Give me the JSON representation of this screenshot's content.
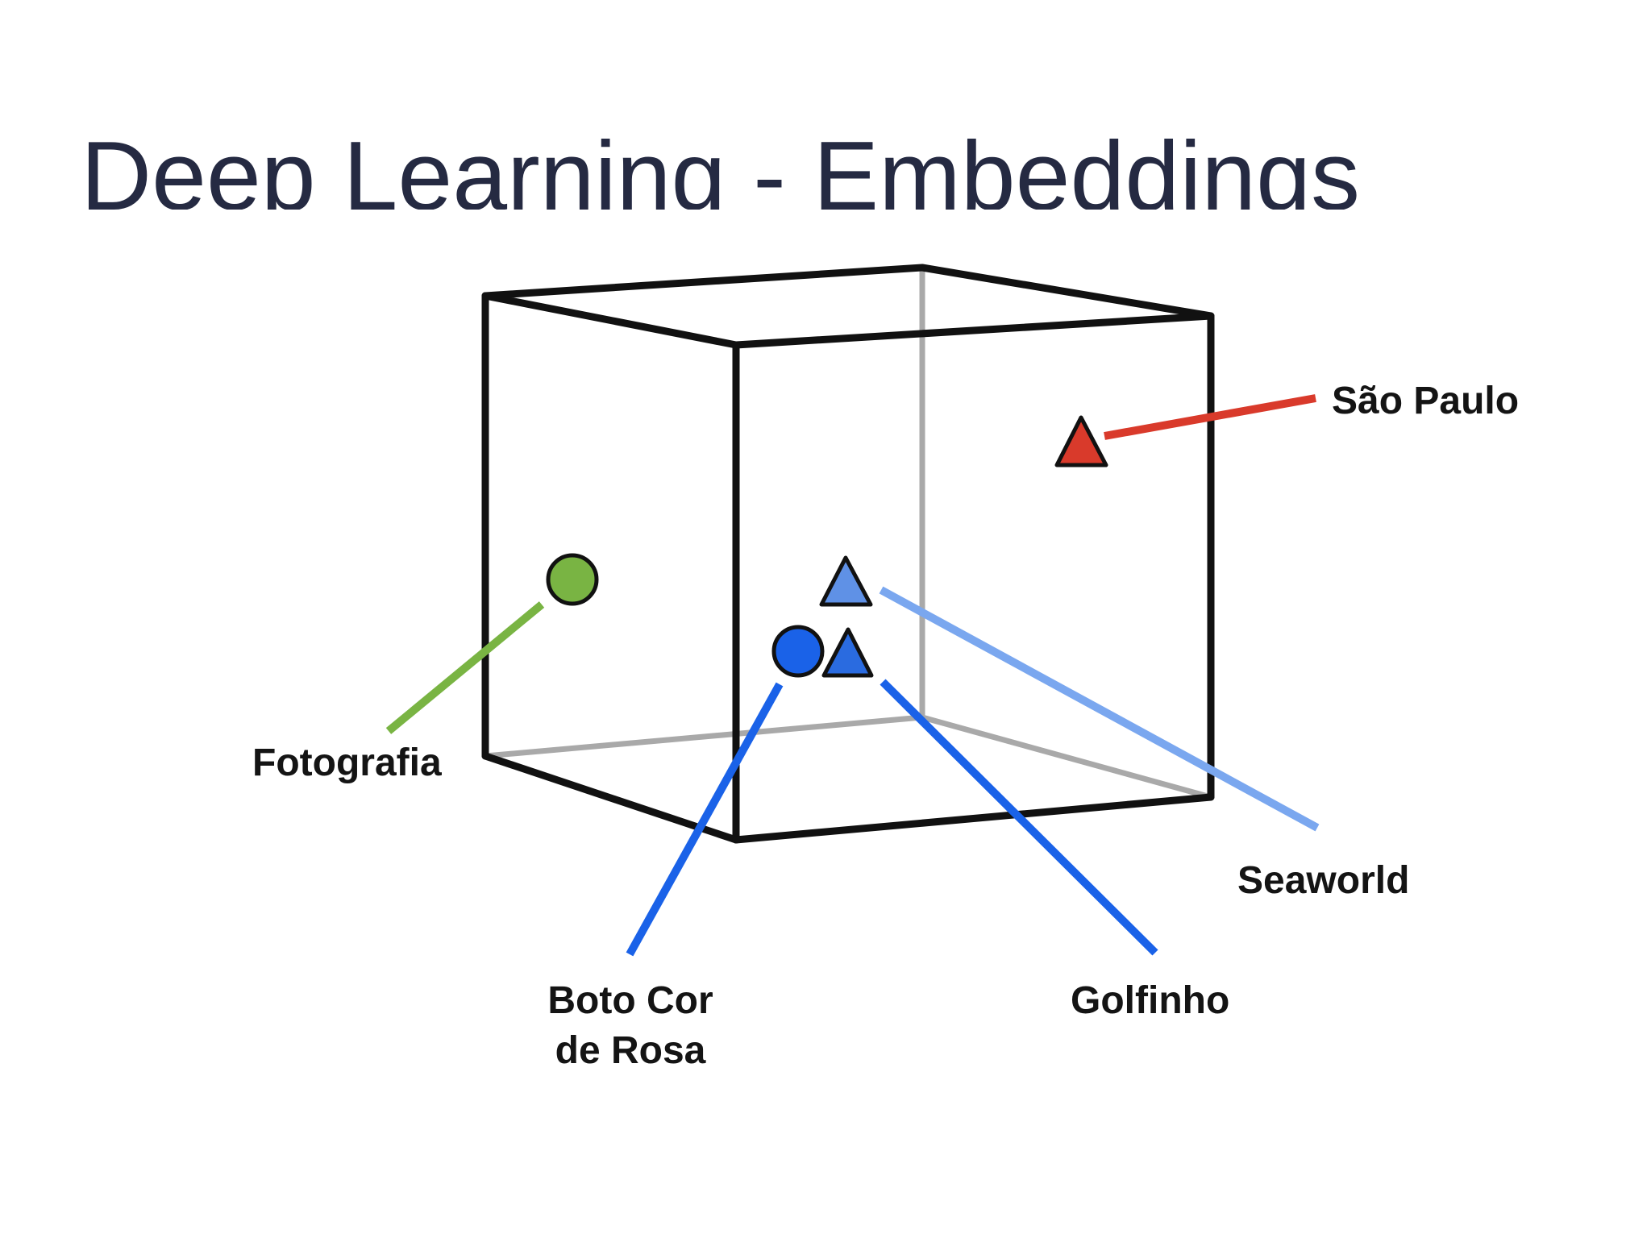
{
  "slide": {
    "title": "Deep Learning - Embeddings"
  },
  "colors": {
    "title": "#252a42",
    "cube_edge": "#111111",
    "cube_hidden_edge": "#a9a9a9",
    "sao_paulo": "#d93a2b",
    "fotografia": "#79b443",
    "seaworld": "#7aa7ef",
    "boto": "#1a62e8",
    "golfinho": "#1a62e8",
    "golfinho_marker": "#2a6be0",
    "seaworld_marker": "#5f91e6"
  },
  "points": [
    {
      "name": "sao-paulo",
      "label": "São Paulo",
      "marker": "triangle",
      "color_key": "sao_paulo"
    },
    {
      "name": "fotografia",
      "label": "Fotografia",
      "marker": "circle",
      "color_key": "fotografia"
    },
    {
      "name": "seaworld",
      "label": "Seaworld",
      "marker": "triangle",
      "color_key": "seaworld"
    },
    {
      "name": "boto",
      "label_lines": [
        "Boto Cor",
        "de Rosa"
      ],
      "marker": "circle",
      "color_key": "boto"
    },
    {
      "name": "golfinho",
      "label": "Golfinho",
      "marker": "triangle",
      "color_key": "golfinho"
    }
  ]
}
